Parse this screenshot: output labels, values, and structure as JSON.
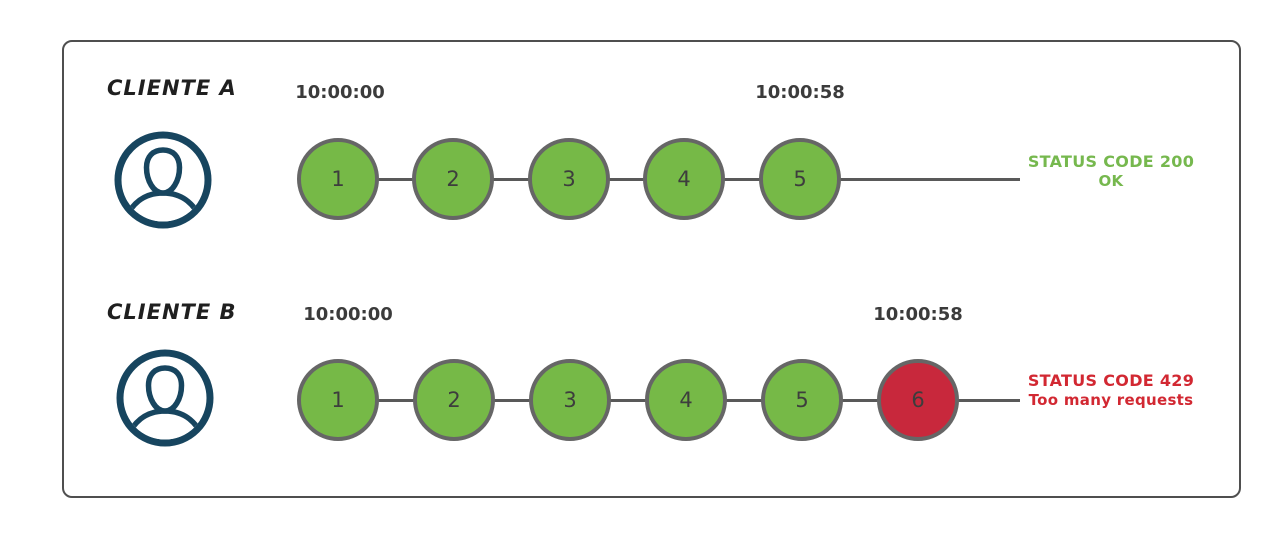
{
  "diagram": {
    "type": "rate-limit-timeline",
    "colors": {
      "request_ok": "#76b947",
      "request_error": "#c8283c",
      "status_ok_text": "#76b84e",
      "status_error_text": "#d22832",
      "avatar_navy": "#17455f",
      "timeline_gray": "#595959",
      "frame_border": "#4f4f4f"
    },
    "icons": {
      "client_avatar": "user-silhouette-in-circle"
    }
  },
  "rows": [
    {
      "client_label": "CLIENTE A",
      "start_time": "10:00:00",
      "end_time": "10:00:58",
      "steps": [
        {
          "label": "1",
          "state": "ok"
        },
        {
          "label": "2",
          "state": "ok"
        },
        {
          "label": "3",
          "state": "ok"
        },
        {
          "label": "4",
          "state": "ok"
        },
        {
          "label": "5",
          "state": "ok"
        }
      ],
      "status": {
        "state": "ok",
        "line1": "STATUS CODE 200",
        "line2": "OK"
      }
    },
    {
      "client_label": "CLIENTE B",
      "start_time": "10:00:00",
      "end_time": "10:00:58",
      "steps": [
        {
          "label": "1",
          "state": "ok"
        },
        {
          "label": "2",
          "state": "ok"
        },
        {
          "label": "3",
          "state": "ok"
        },
        {
          "label": "4",
          "state": "ok"
        },
        {
          "label": "5",
          "state": "ok"
        },
        {
          "label": "6",
          "state": "error"
        }
      ],
      "status": {
        "state": "error",
        "line1": "STATUS CODE 429",
        "line2": "Too many requests"
      }
    }
  ]
}
